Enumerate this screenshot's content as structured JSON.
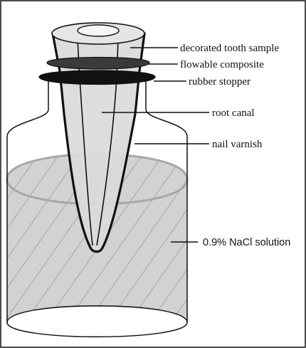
{
  "figure": {
    "labels": {
      "tooth_sample": "decorated tooth sample",
      "flowable_composite": "flowable composite",
      "rubber_stopper": "rubber stopper",
      "root_canal": "root canal",
      "nail_varnish": "nail varnish",
      "nacl_solution": "0.9% NaCl solution"
    },
    "colors": {
      "outline": "#111111",
      "tooth_fill": "#d9dbdc",
      "solution_fill": "#d2d2d2",
      "hatch": "#9a9a9a",
      "composite": "#3a3a3a",
      "stopper": "#111111",
      "surface_rim": "#a8a8a8"
    }
  }
}
